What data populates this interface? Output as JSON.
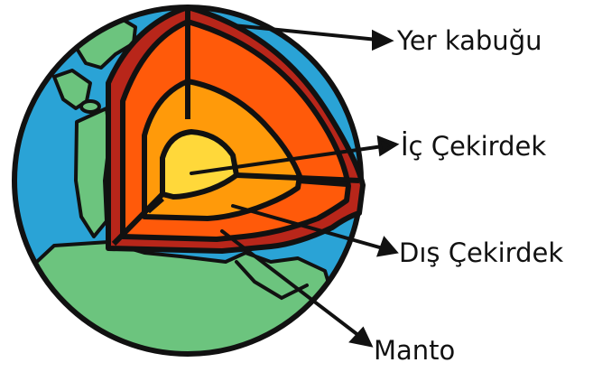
{
  "labels": {
    "crust": "Yer kabuğu",
    "inner_core": "İç Çekirdek",
    "outer_core": "Dış Çekirdek",
    "mantle": "Manto"
  },
  "colors": {
    "ocean": "#2aa3d6",
    "land": "#6cc47e",
    "crust": "#b8261a",
    "mantle": "#ff5a0a",
    "outer_core": "#ff9a0a",
    "inner_core": "#ffd83a",
    "outline": "#111111"
  }
}
